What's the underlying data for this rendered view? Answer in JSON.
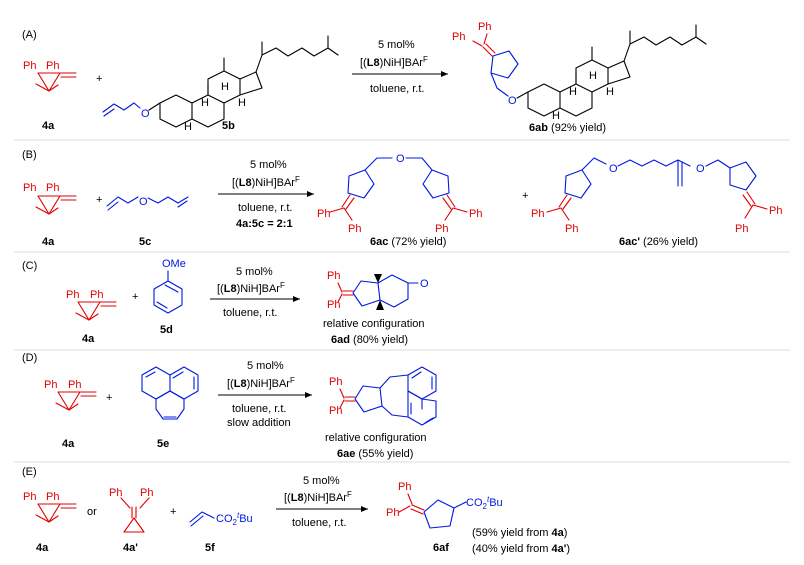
{
  "colors": {
    "red": "#e00000",
    "blue": "#0018e0",
    "black": "#000000"
  },
  "common": {
    "ph": "Ph",
    "ome": "OMe",
    "o": "O",
    "h": "H",
    "plus": "+",
    "or": "or",
    "cat_loading": "5 mol%",
    "cat_pre": "[(",
    "cat_l8": "L8",
    "cat_post": ")NiH]BAr",
    "cat_sup": "F",
    "solvent_temp": "toluene, r.t.",
    "relative_configuration": "relative configuration",
    "co2": "CO",
    "co2_sub": "2",
    "tbu_t": "t",
    "tbu_bu": "Bu"
  },
  "sections": [
    {
      "label": "(A)",
      "reactant1": "4a",
      "reactant2": "5b",
      "product": "6ab",
      "yield": "(92% yield)"
    },
    {
      "label": "(B)",
      "reactant1": "4a",
      "reactant2": "5c",
      "extra_condition": "4a:5c = 2:1",
      "product": "6ac",
      "yield": "(72% yield)",
      "product2": "6ac'",
      "yield2": "(26% yield)"
    },
    {
      "label": "(C)",
      "reactant1": "4a",
      "reactant2": "5d",
      "product": "6ad",
      "yield": "(80% yield)"
    },
    {
      "label": "(D)",
      "reactant1": "4a",
      "reactant2": "5e",
      "extra_condition": "slow addition",
      "product": "6ae",
      "yield": "(55% yield)"
    },
    {
      "label": "(E)",
      "reactant1": "4a",
      "reactant1_alt": "4a'",
      "reactant2": "5f",
      "product": "6af",
      "yield_from_4a_pre": "(59% yield from ",
      "yield_from_4a_ref": "4a",
      "yield_from_4a_post": ")",
      "yield_from_4ap_pre": "(40% yield from ",
      "yield_from_4ap_ref": "4a'",
      "yield_from_4ap_post": ")"
    }
  ]
}
